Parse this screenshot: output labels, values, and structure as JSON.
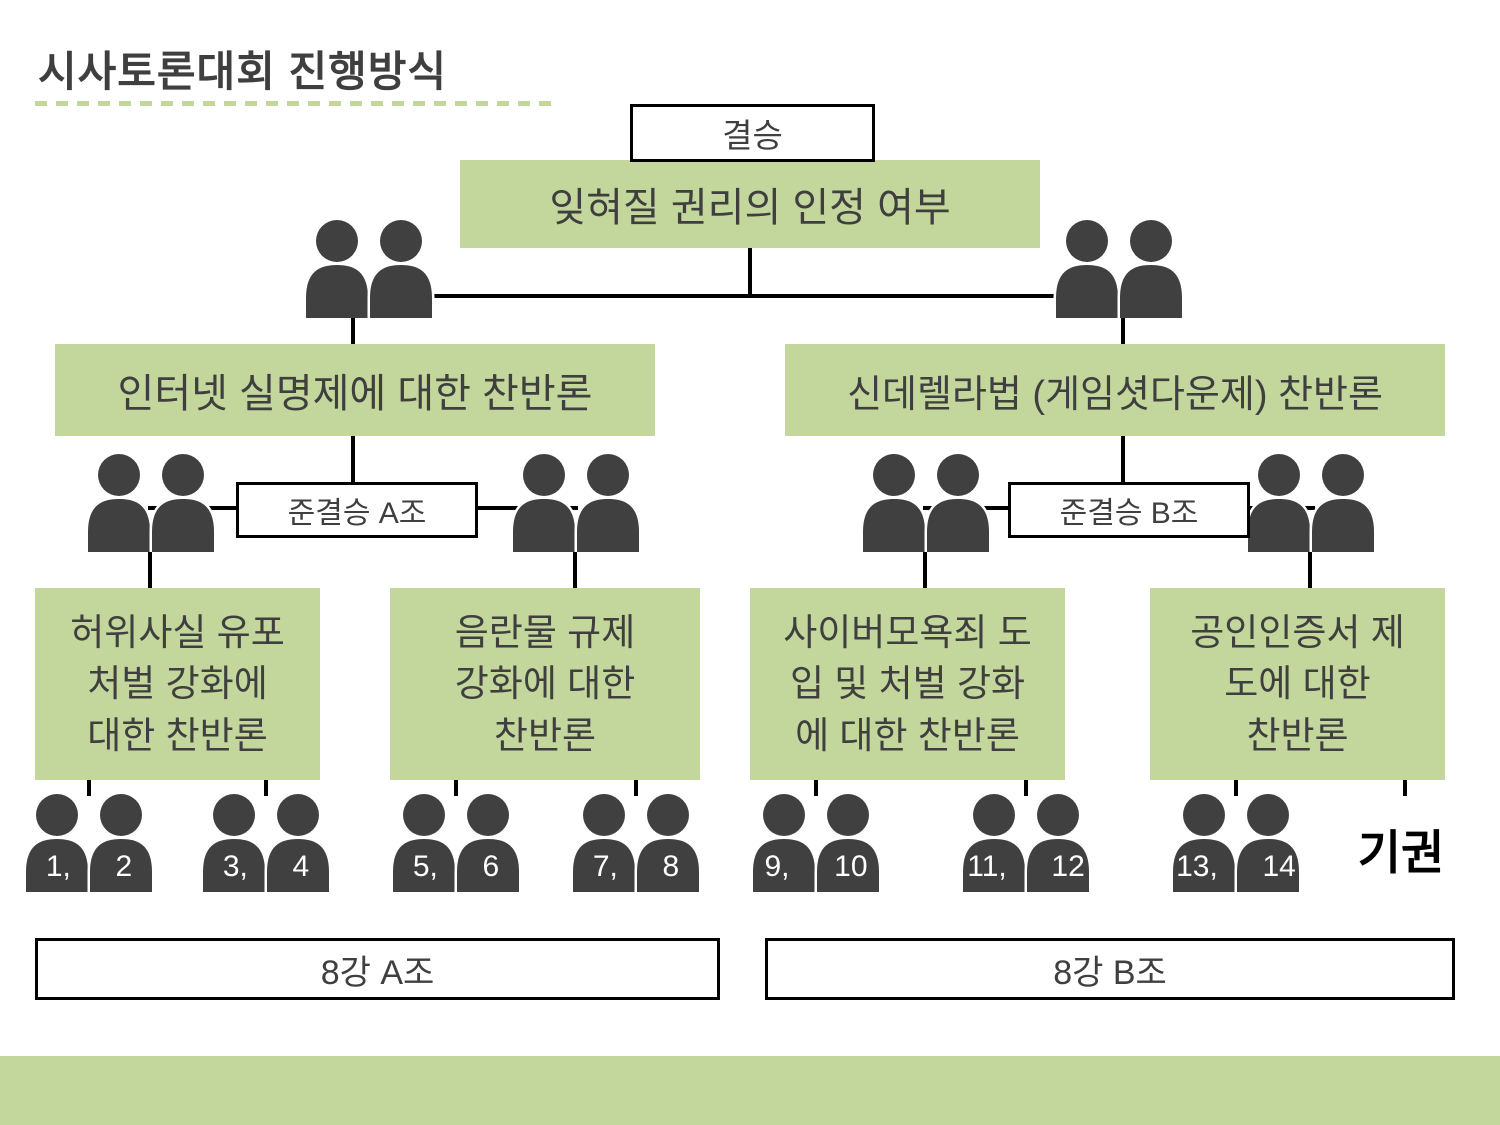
{
  "title": "시사토론대회 진행방식",
  "colors": {
    "accent_green": "#c3d69b",
    "person_gray": "#404040"
  },
  "bracket": {
    "final": {
      "label": "결승",
      "topic": "잊혀질 권리의 인정 여부"
    },
    "semifinals": {
      "left_topic": "인터넷 실명제에 대한 찬반론",
      "right_topic": "신데렐라법 (게임셧다운제) 찬반론",
      "group_a_label": "준결승 A조",
      "group_b_label": "준결승 B조"
    },
    "quarterfinals": [
      "허위사실 유포\n처벌 강화에\n대한 찬반론",
      "음란물 규제\n강화에 대한\n찬반론",
      "사이버모욕죄 도\n입 및 처벌 강화\n에 대한 찬반론",
      "공인인증서 제\n도에 대한\n찬반론"
    ],
    "pairs": [
      "1,  2",
      "3,  4",
      "5,  6",
      "7,  8",
      "9,  10",
      "11,  12",
      "13,  14"
    ],
    "forfeit_label": "기권",
    "round_of_8": {
      "group_a": "8강 A조",
      "group_b": "8강 B조"
    }
  }
}
